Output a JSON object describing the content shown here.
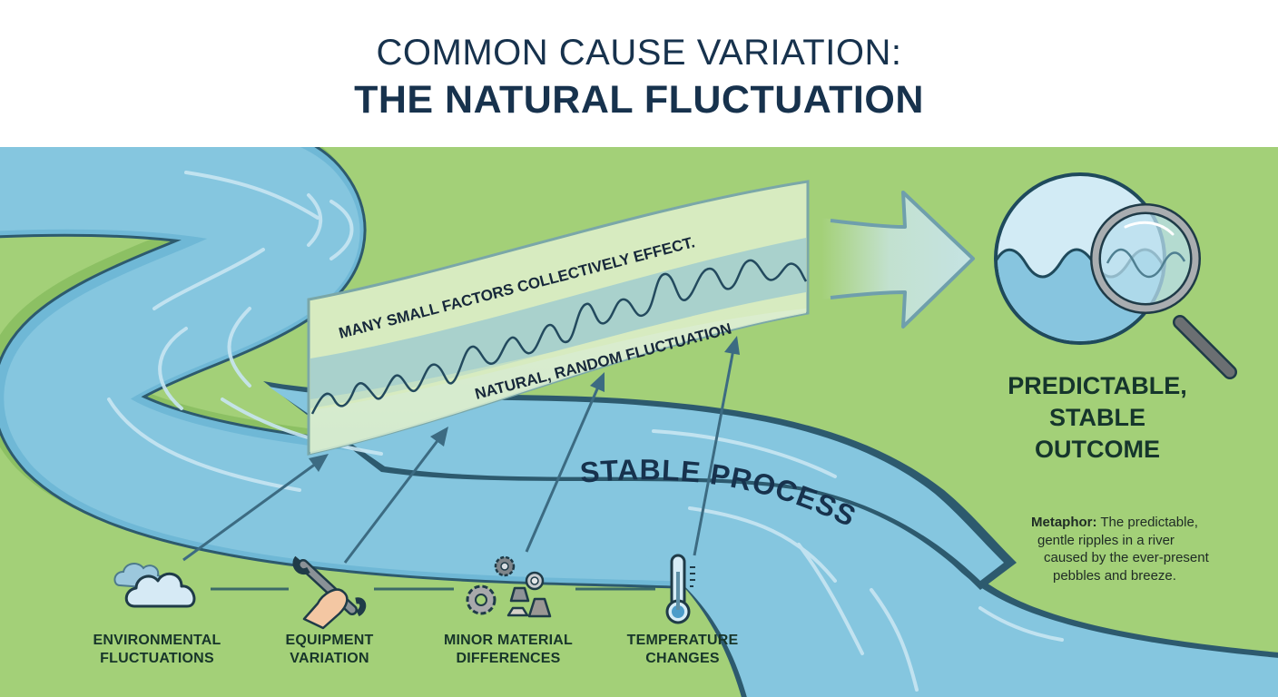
{
  "header": {
    "title_line1": "COMMON CAUSE VARIATION:",
    "title_line2": "THE NATURAL FLUCTUATION"
  },
  "banner": {
    "top_text": "MANY SMALL FACTORS COLLECTIVELY EFFECT.",
    "bottom_text": "NATURAL, RANDOM FLUCTUATION"
  },
  "river": {
    "label": "STABLE PROCESS"
  },
  "outcome": {
    "line1": "PREDICTABLE,",
    "line2": "STABLE",
    "line3": "OUTCOME",
    "icon": "magnifier-over-ripples-icon"
  },
  "metaphor": {
    "label": "Metaphor:",
    "line1_rest": " The predictable,",
    "line2": "gentle ripples in a river",
    "line3": "caused by the ever-present",
    "line4": "pebbles and breeze."
  },
  "factors": [
    {
      "line1": "ENVIRONMENTAL",
      "line2": "FLUCTUATIONS",
      "icon": "cloud-icon"
    },
    {
      "line1": "EQUIPMENT",
      "line2": "VARIATION",
      "icon": "wrench-hand-icon"
    },
    {
      "line1": "MINOR MATERIAL",
      "line2": "DIFFERENCES",
      "icon": "gears-materials-icon"
    },
    {
      "line1": "TEMPERATURE",
      "line2": "CHANGES",
      "icon": "thermometer-icon"
    }
  ],
  "colors": {
    "title": "#17324d",
    "grass": "#a3d078",
    "grass_dark": "#8cc063",
    "river": "#85c6df",
    "river_edge": "#2d5a6e",
    "banner_light": "#d7ebc0",
    "banner_band": "#a9d1cc",
    "arrow": "#3c6b82"
  }
}
